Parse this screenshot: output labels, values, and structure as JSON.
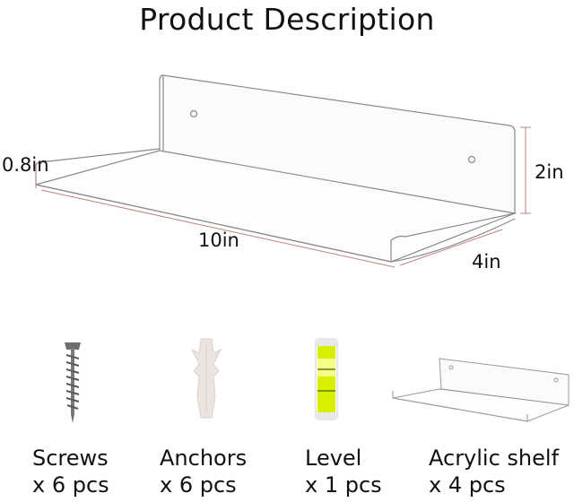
{
  "title": "Product Description",
  "dimensions": {
    "front_height": "0.8in",
    "back_height": "2in",
    "length": "10in",
    "depth": "4in"
  },
  "items": [
    {
      "name": "Screws",
      "qty": "x 6 pcs",
      "icon": "screw-icon"
    },
    {
      "name": "Anchors",
      "qty": "x 6 pcs",
      "icon": "anchor-icon"
    },
    {
      "name": "Level",
      "qty": "x 1 pcs",
      "icon": "level-icon"
    },
    {
      "name": "Acrylic shelf",
      "qty": "x 4 pcs",
      "icon": "acrylic-shelf-icon"
    }
  ],
  "colors": {
    "outline": "#8a8a8a",
    "dimension_line": "#c08080",
    "level_liquid": "#d8f000",
    "screw": "#6e6e6e",
    "anchor": "#ece4e0"
  }
}
